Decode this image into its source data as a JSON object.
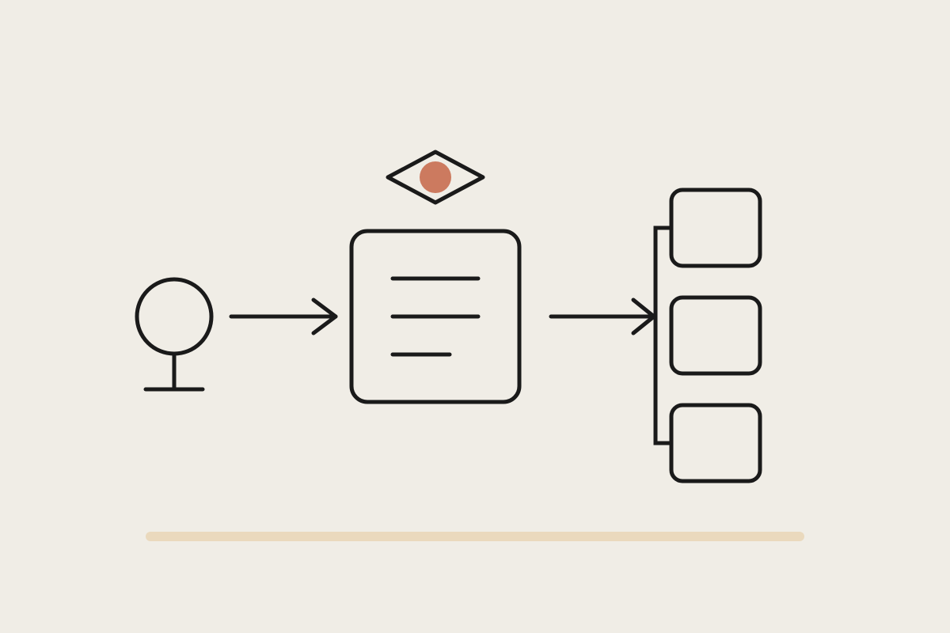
{
  "colors": {
    "background": "#f0ede6",
    "stroke": "#1a1a1a",
    "accent": "#cc7a5f",
    "progress_track": "#ead9bd"
  },
  "icons": {
    "source": "person-pin-icon",
    "flow_arrow": "arrow-right-icon",
    "document": "document-lines-icon",
    "eye": "eye-icon",
    "outputs": "branch-boxes-icon"
  },
  "outputs": {
    "count": 3
  },
  "document": {
    "line_count": 3
  },
  "progress": {
    "fraction": 1.0
  }
}
